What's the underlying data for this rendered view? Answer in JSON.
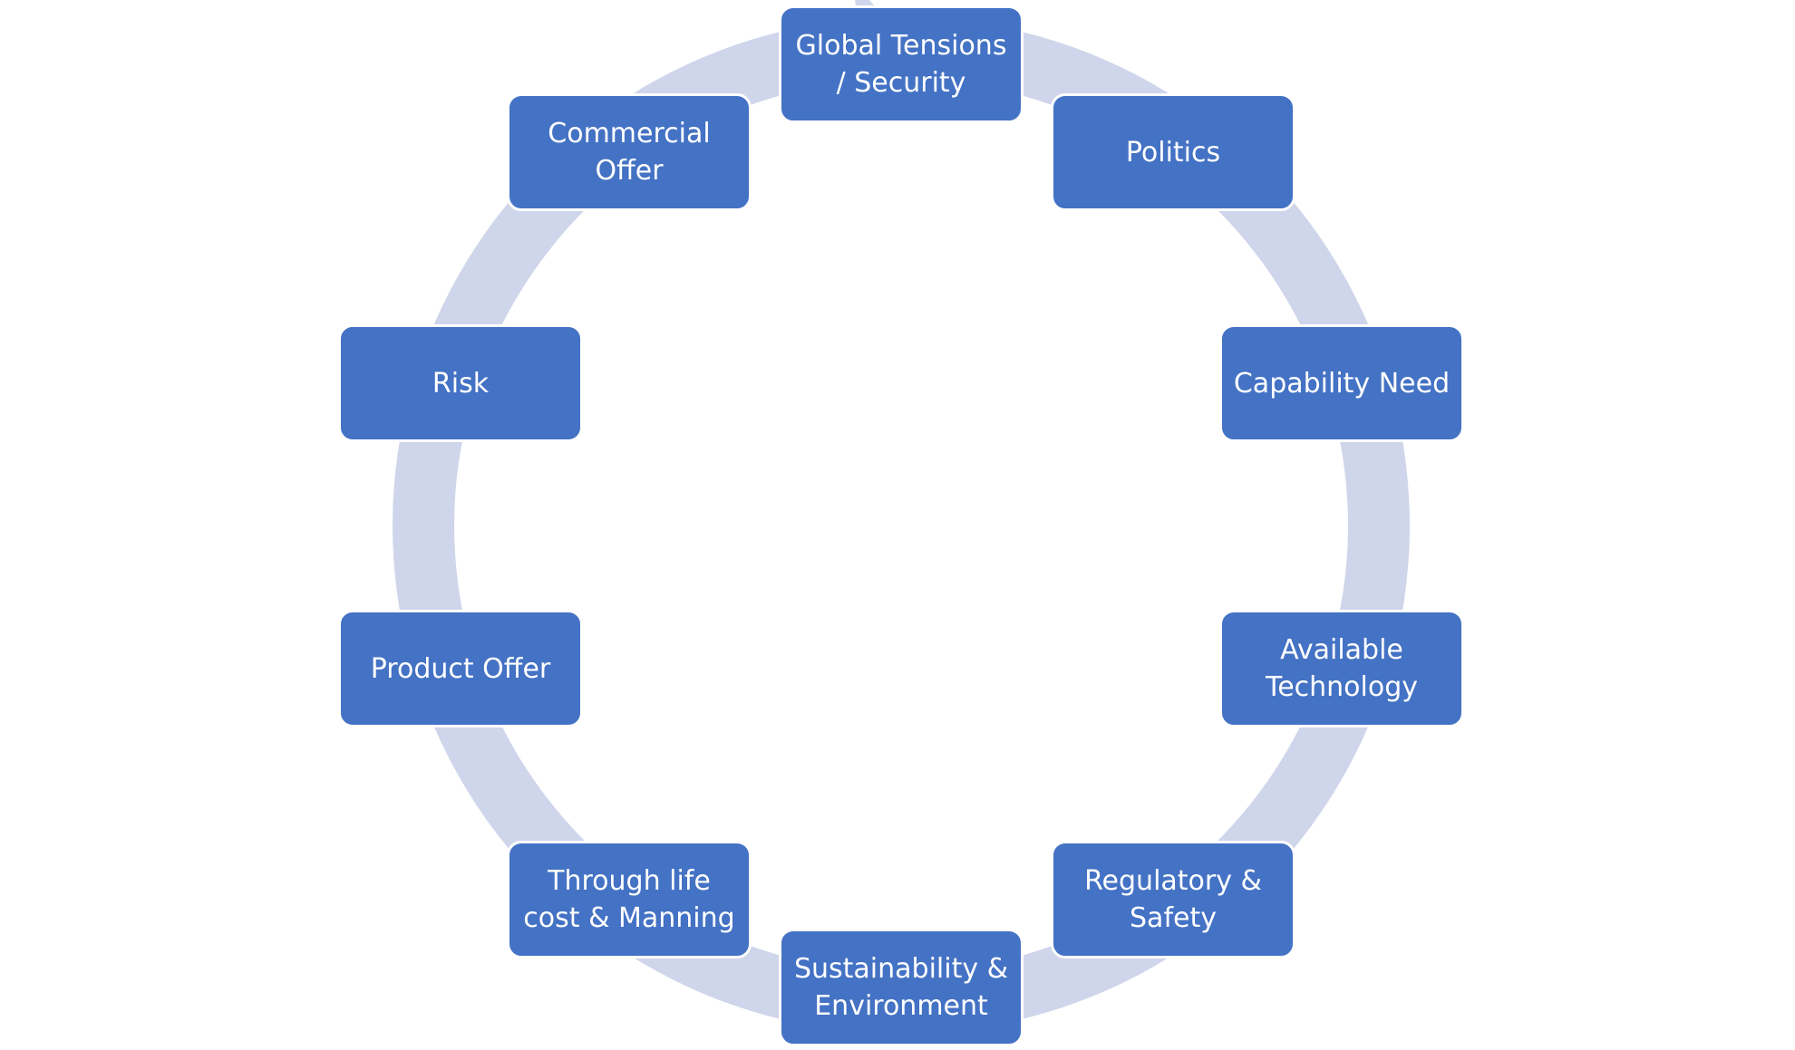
{
  "diagram": {
    "type": "cycle",
    "colors": {
      "node_fill": "#4472c4",
      "node_text": "#ffffff",
      "ring": "#cfd5ea"
    },
    "nodes": [
      {
        "label": "Global Tensions\n/ Security"
      },
      {
        "label": "Politics"
      },
      {
        "label": "Capability Need"
      },
      {
        "label": "Available\nTechnology"
      },
      {
        "label": "Regulatory &\nSafety"
      },
      {
        "label": "Sustainability &\nEnvironment"
      },
      {
        "label": "Through life\ncost & Manning"
      },
      {
        "label": "Product Offer"
      },
      {
        "label": "Risk"
      },
      {
        "label": "Commercial\nOffer"
      }
    ]
  }
}
